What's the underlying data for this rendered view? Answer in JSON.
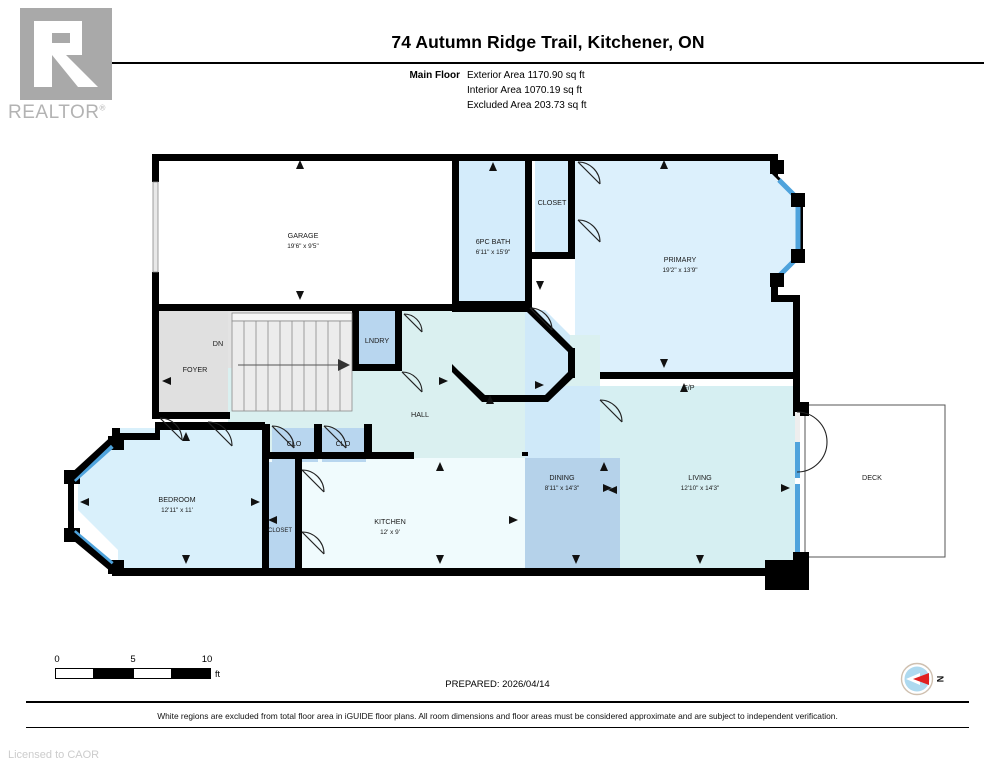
{
  "logo": {
    "wordmark": "REALTOR",
    "registered": "®"
  },
  "header": {
    "title": "74 Autumn Ridge Trail, Kitchener, ON",
    "floor_label": "Main Floor",
    "areas": [
      "Exterior Area 1170.90 sq ft",
      "Interior Area 1070.19 sq ft",
      "Excluded Area 203.73 sq ft"
    ]
  },
  "colors": {
    "wall": "#000000",
    "room_blue_light": "#dcf0fc",
    "room_blue_mid": "#b5d2ea",
    "room_mint": "#daf0f0",
    "room_cyan": "#d6eff2",
    "room_kitchen": "#f0fbfd",
    "room_excluded_gray": "#e0e0e0",
    "room_excluded_white": "#ffffff",
    "window_blue": "#4fa3dc",
    "compass_red": "#e02020",
    "compass_fill": "#aed9ef",
    "logo_gray": "#a9a9a9"
  },
  "rooms": [
    {
      "name": "GARAGE",
      "dim": "19'6\" x 9'5\""
    },
    {
      "name": "6PC BATH",
      "dim": "6'11\" x 15'9\""
    },
    {
      "name": "CLOSET",
      "dim": ""
    },
    {
      "name": "PRIMARY",
      "dim": "19'2\" x 13'9\""
    },
    {
      "name": "LNDRY",
      "dim": ""
    },
    {
      "name": "FOYER",
      "dim": ""
    },
    {
      "name": "DN",
      "dim": ""
    },
    {
      "name": "HALL",
      "dim": ""
    },
    {
      "name": "F/P",
      "dim": ""
    },
    {
      "name": "BEDROOM",
      "dim": "12'11\" x 11'"
    },
    {
      "name": "CLO",
      "dim": ""
    },
    {
      "name": "CLO",
      "dim": ""
    },
    {
      "name": "CLOSET",
      "dim": ""
    },
    {
      "name": "KITCHEN",
      "dim": "12' x 9'"
    },
    {
      "name": "DINING",
      "dim": "8'11\" x 14'3\""
    },
    {
      "name": "LIVING",
      "dim": "12'10\" x 14'3\""
    },
    {
      "name": "DECK",
      "dim": ""
    }
  ],
  "scale": {
    "ticks": [
      "0",
      "5",
      "10"
    ],
    "unit": "ft"
  },
  "footer": {
    "prepared": "PREPARED: 2026/04/14",
    "disclaimer": "White regions are excluded from total floor area in iGUIDE floor plans. All room dimensions and floor areas must be considered approximate and are subject to independent verification.",
    "licensed": "Licensed to CAOR"
  },
  "compass": {
    "north_label": "N"
  }
}
